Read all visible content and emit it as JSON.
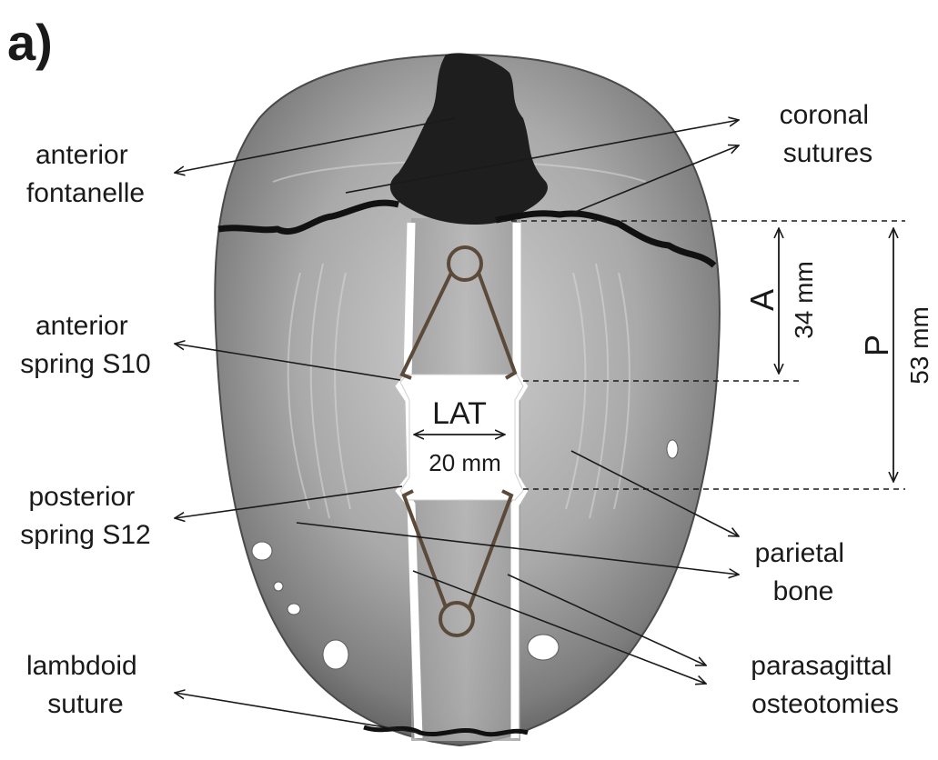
{
  "figure": {
    "panel_label": "a)",
    "labels": {
      "anterior_fontanelle": [
        "anterior",
        "fontanelle"
      ],
      "coronal_sutures": [
        "coronal",
        "sutures"
      ],
      "anterior_spring": [
        "anterior",
        "spring S10"
      ],
      "posterior_spring": [
        "posterior",
        "spring S12"
      ],
      "lambdoid_suture": [
        "lambdoid",
        "suture"
      ],
      "parietal_bone": [
        "parietal",
        "bone"
      ],
      "parasagittal_osteotomies": [
        "parasagittal",
        "osteotomies"
      ]
    },
    "dimensions": {
      "A": {
        "symbol": "A",
        "value": "34 mm"
      },
      "P": {
        "symbol": "P",
        "value": "53 mm"
      },
      "LAT": {
        "symbol": "LAT",
        "value": "20 mm"
      }
    },
    "colors": {
      "bone_light": "#c9c9c9",
      "bone_mid": "#8f8f8f",
      "bone_dark": "#5a5a5a",
      "fontanelle": "#1e1e1e",
      "spring": "#5b4a3a",
      "text": "#1a1a1a"
    }
  }
}
